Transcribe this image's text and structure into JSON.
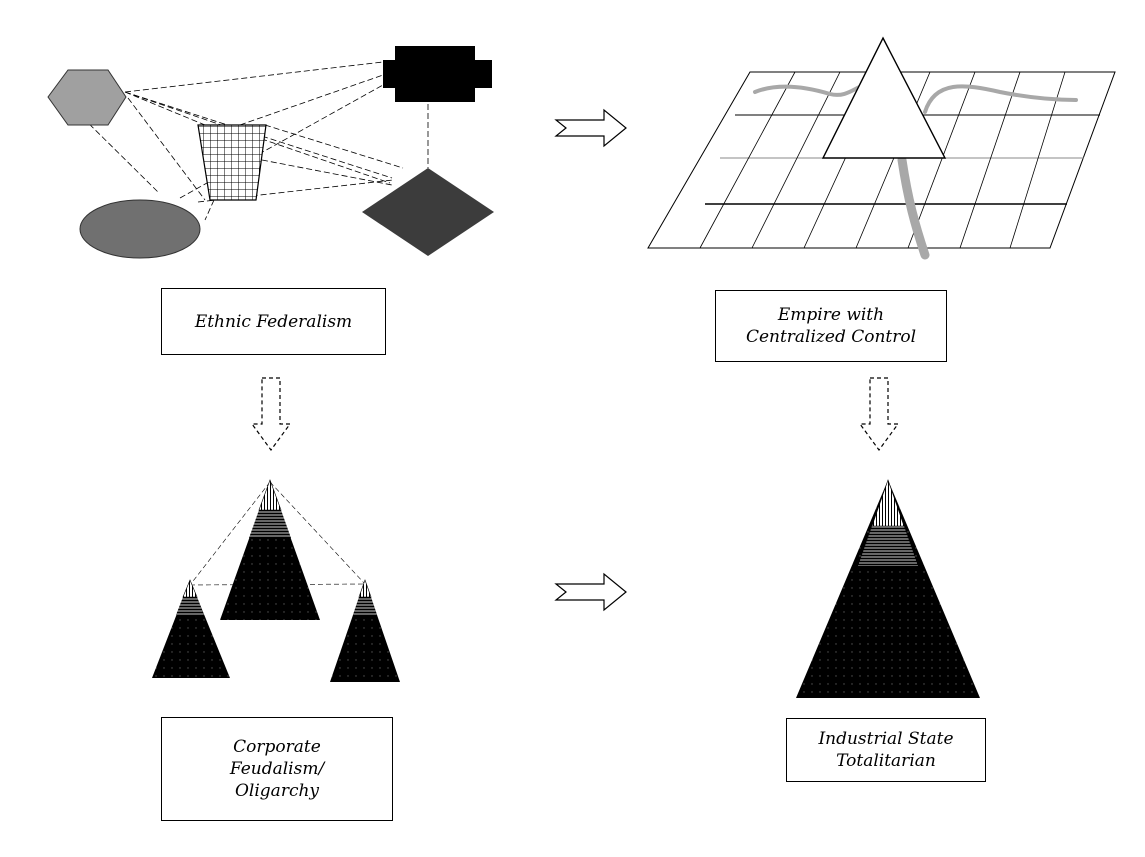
{
  "panels": {
    "ethnic_federalism": {
      "lines": [
        "Ethnic Federalism"
      ]
    },
    "empire": {
      "lines": [
        "Empire with",
        "Centralized Control"
      ]
    },
    "corporate_feudalism": {
      "lines": [
        "Corporate",
        "Feudalism/",
        "Oligarchy"
      ]
    },
    "industrial_state": {
      "lines": [
        "Industrial State",
        "Totalitarian"
      ]
    }
  },
  "colors": {
    "hexagon": "#a0a0a0",
    "ellipse": "#707070",
    "diamond": "#3c3c3c",
    "black": "#000000",
    "river": "#a8a8a8"
  }
}
